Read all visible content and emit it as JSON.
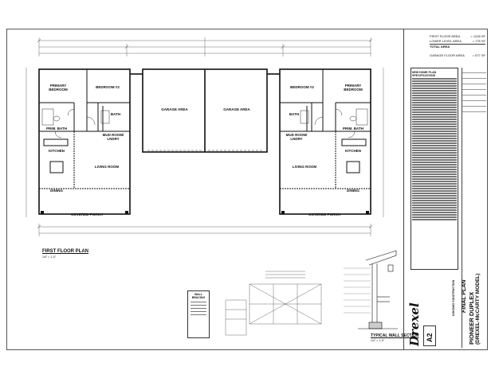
{
  "area_summary": {
    "rows": [
      {
        "label": "FIRST FLOOR AREA",
        "value": "= 1245 SF"
      },
      {
        "label": "LOWER LEVEL AREA",
        "value": "= 775 SF"
      },
      {
        "label": "TOTAL AREA",
        "value": ""
      },
      {
        "label": "GARAGE FLOOR AREA",
        "value": "= 577 SF"
      }
    ]
  },
  "specs": {
    "title": "NEW HOME PLAN SPECIFICATIONS"
  },
  "plan": {
    "rooms_left": {
      "primary_bedroom": "PRIMARY BEDROOM",
      "bedroom2": "BEDROOM #2",
      "bath": "BATH",
      "prim_bath": "PRIM. BATH",
      "mud_room": "MUD ROOM/ LNDRY",
      "kitchen": "KITCHEN",
      "living_room": "LIVING ROOM",
      "dining": "DINING",
      "covered_porch": "COVERED PORCH"
    },
    "rooms_right": {
      "primary_bedroom": "PRIMARY BEDROOM",
      "bedroom2": "BEDROOM #2",
      "bath": "BATH",
      "prim_bath": "PRIM. BATH",
      "mud_room": "MUD ROOM/ LNDRY",
      "kitchen": "KITCHEN",
      "living_room": "LIVING ROOM",
      "dining": "DINING",
      "covered_porch": "COVERED PORCH"
    },
    "garage_left": "GARAGE AREA",
    "garage_right": "GARAGE AREA",
    "first_floor_title": "FIRST FLOOR PLAN",
    "first_floor_scale": "1/4\" = 1'-0\"",
    "wall_section_title": "TYPICAL WALL SECTION",
    "wall_section_scale": "1/4\" = 1'-0\"",
    "wall_bracing_title": "WALL BRACING"
  },
  "title_block": {
    "final_plan": "FINAL PLAN",
    "project_name": "PIONEER DUPLEX",
    "project_sub": "(DREXEL-McCARTY MODEL)",
    "company": "Drexel",
    "sheet": "A2",
    "client": "KOKOMO CONSTRUCTION"
  }
}
